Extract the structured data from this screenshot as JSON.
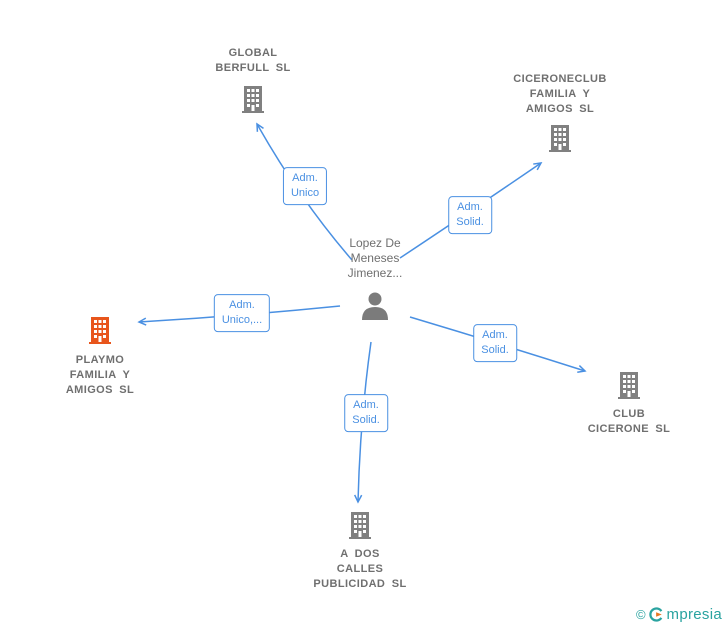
{
  "person": {
    "name": "Lopez De\nMeneses\nJimenez..."
  },
  "companies": {
    "global_berfull": {
      "name": "GLOBAL\nBERFULL SL"
    },
    "ciceroneclub": {
      "name": "CICERONECLUB\nFAMILIA Y\nAMIGOS SL"
    },
    "playmo": {
      "name": "PLAYMO\nFAMILIA Y\nAMIGOS SL"
    },
    "club_cicerone": {
      "name": "CLUB\nCICERONE SL"
    },
    "a_dos_calles": {
      "name": "A DOS\nCALLES\nPUBLICIDAD SL"
    }
  },
  "edges": {
    "to_global_berfull": {
      "label": "Adm.\nUnico"
    },
    "to_ciceroneclub": {
      "label": "Adm.\nSolid."
    },
    "to_playmo": {
      "label": "Adm.\nUnico,..."
    },
    "to_club_cicerone": {
      "label": "Adm.\nSolid."
    },
    "to_a_dos_calles": {
      "label": "Adm.\nSolid."
    }
  },
  "watermark": {
    "copyright": "©",
    "brand": "mpresia"
  },
  "colors": {
    "edge_blue": "#4a90e2",
    "building_gray": "#808080",
    "building_orange": "#e8551c",
    "text_gray": "#6f6f6f",
    "brand_teal": "#2aa3a0",
    "brand_orange": "#e87722"
  }
}
